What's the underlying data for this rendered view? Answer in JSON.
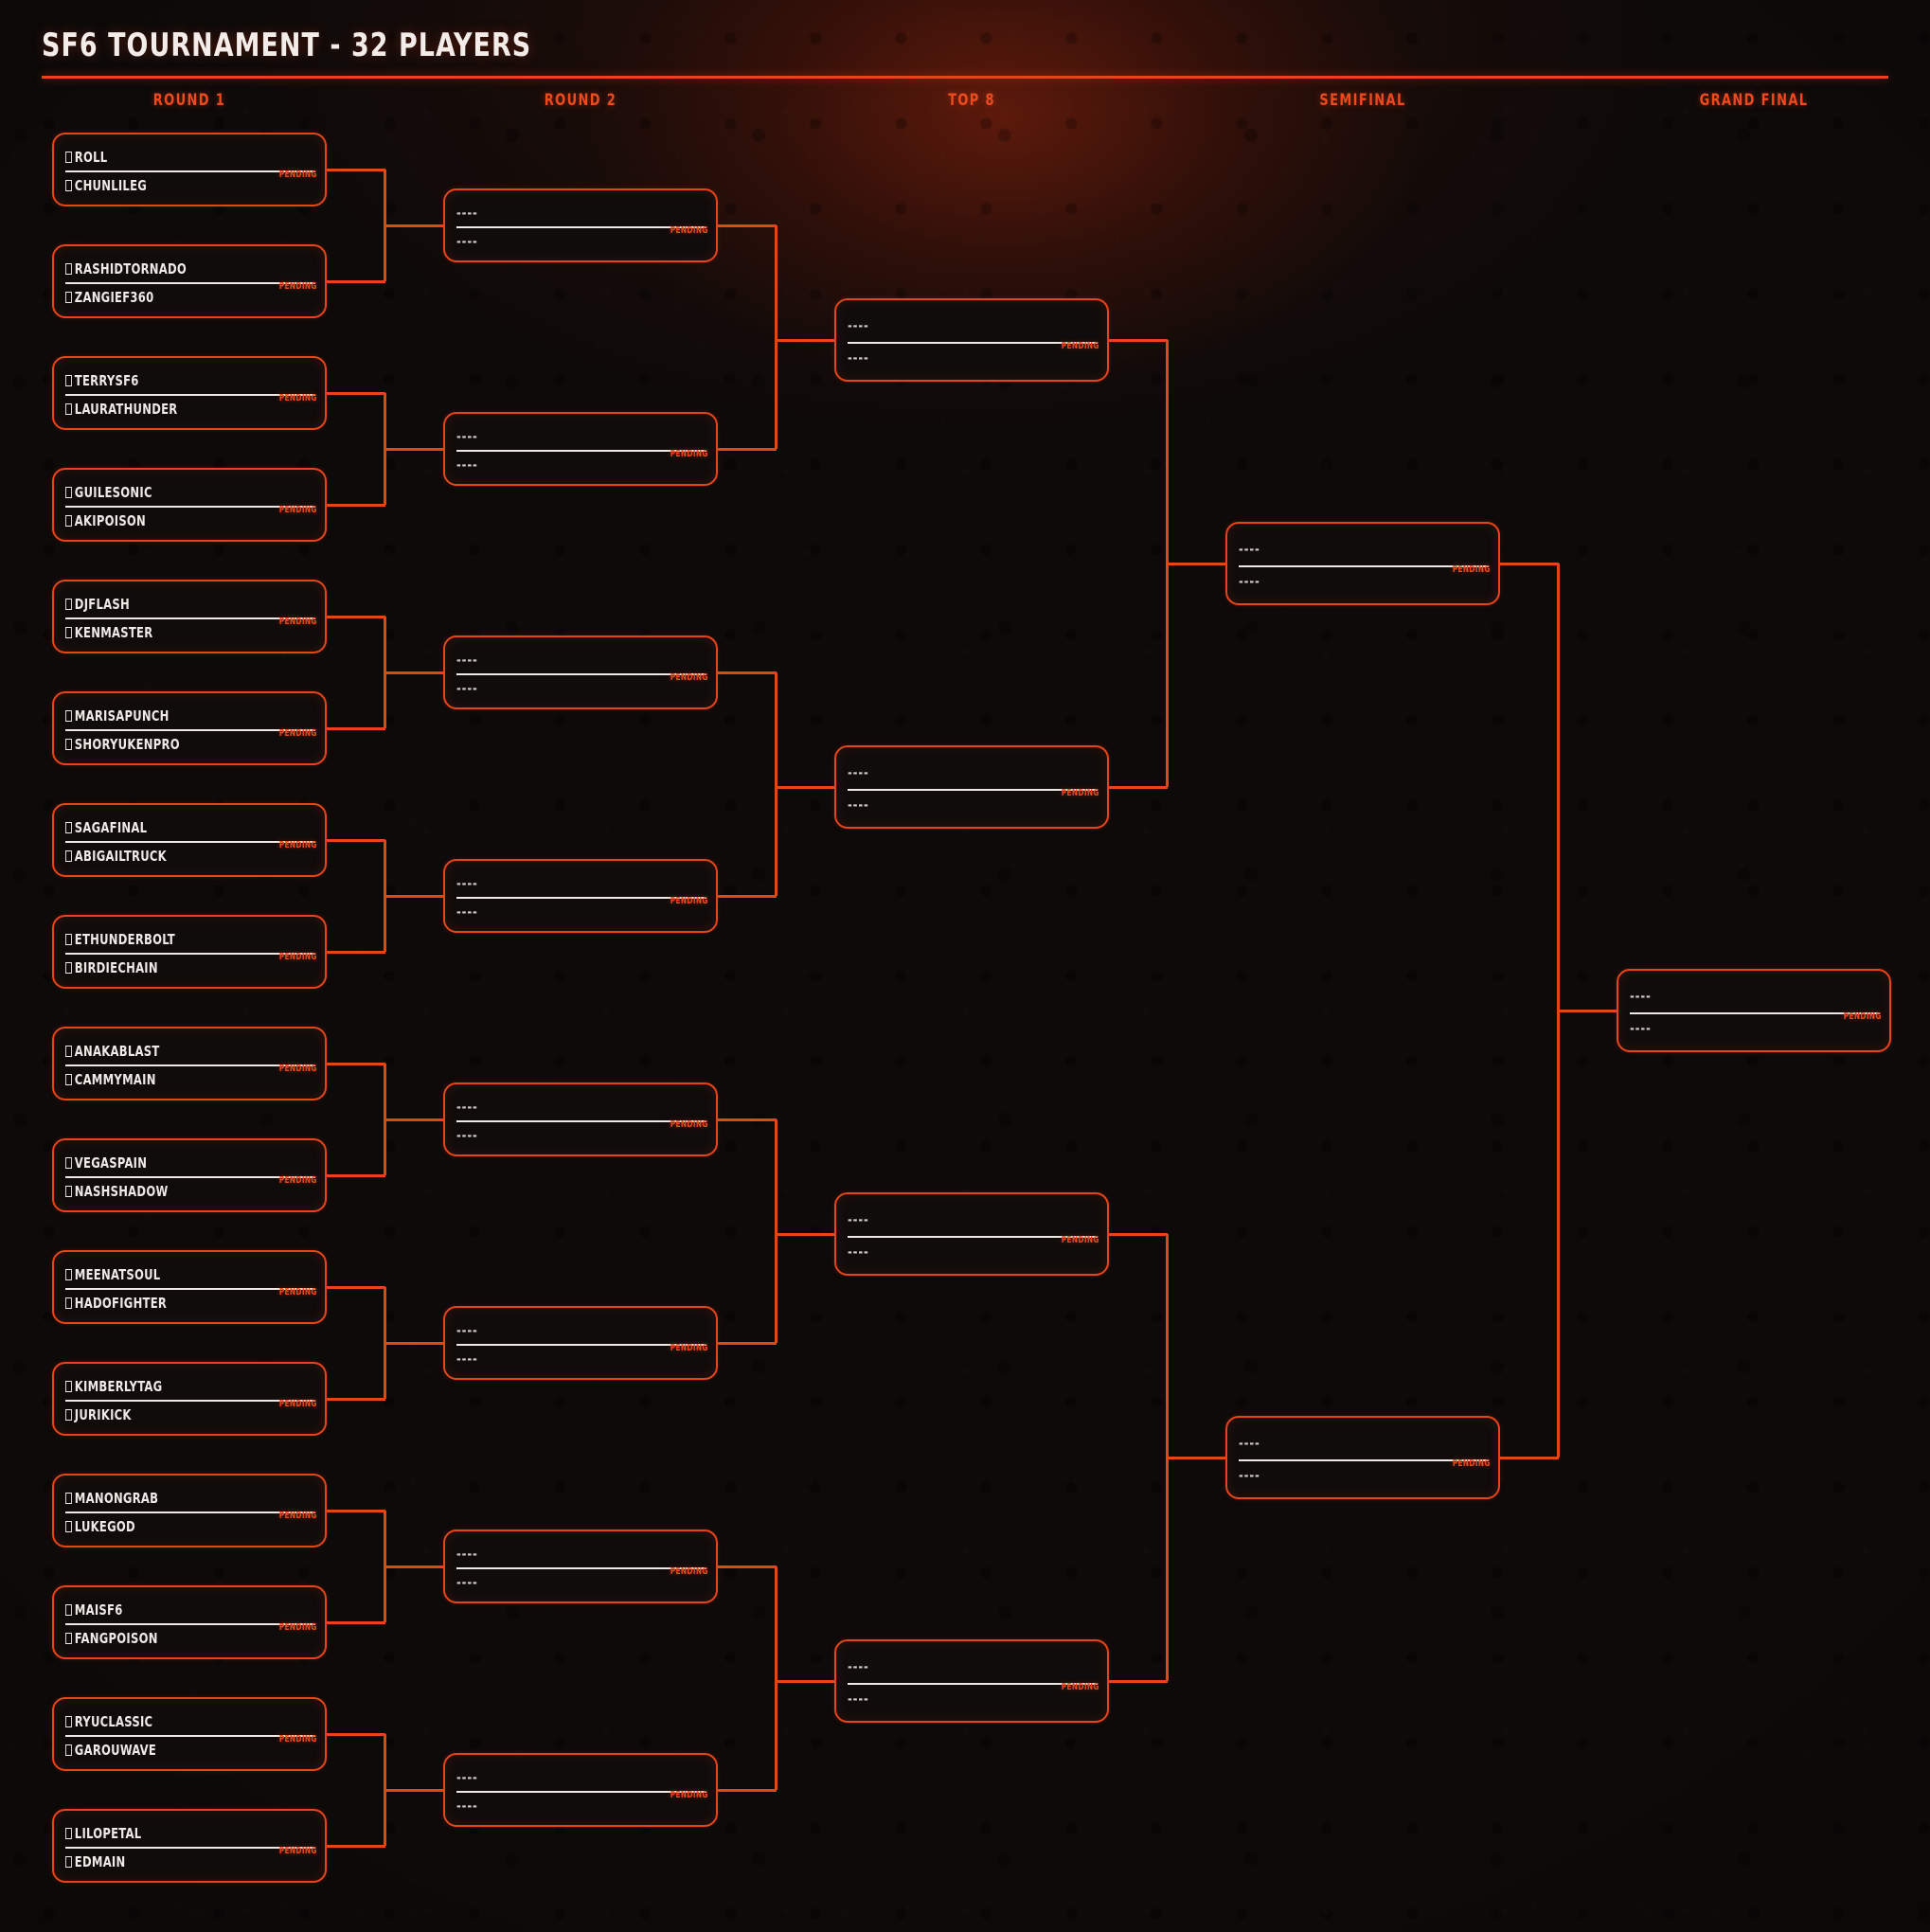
{
  "page": {
    "title": "SF6 TOURNAMENT - 32 PLAYERS",
    "accent_color": "#e8441a",
    "background_color": "#0d0a09",
    "text_color": "#f0e9e6"
  },
  "rounds": [
    {
      "id": "round1",
      "label": "ROUND 1"
    },
    {
      "id": "round2",
      "label": "ROUND 2"
    },
    {
      "id": "top8",
      "label": "TOP 8"
    },
    {
      "id": "semifinal",
      "label": "SEMIFINAL"
    },
    {
      "id": "grandfinal",
      "label": "GRAND FINAL"
    }
  ],
  "labels": {
    "pending": "PENDING",
    "empty_slot": "----",
    "player_icon": "missing-glyph-box"
  },
  "matches": {
    "round1": [
      {
        "top": "ROLL",
        "bottom": "CHUNLILEG",
        "status": "PENDING"
      },
      {
        "top": "RASHIDTORNADO",
        "bottom": "ZANGIEF360",
        "status": "PENDING"
      },
      {
        "top": "TERRYSF6",
        "bottom": "LAURATHUNDER",
        "status": "PENDING"
      },
      {
        "top": "GUILESONIC",
        "bottom": "AKIPOISON",
        "status": "PENDING"
      },
      {
        "top": "DJFLASH",
        "bottom": "KENMASTER",
        "status": "PENDING"
      },
      {
        "top": "MARISAPUNCH",
        "bottom": "SHORYUKENPRO",
        "status": "PENDING"
      },
      {
        "top": "SAGAFINAL",
        "bottom": "ABIGAILTRUCK",
        "status": "PENDING"
      },
      {
        "top": "ETHUNDERBOLT",
        "bottom": "BIRDIECHAIN",
        "status": "PENDING"
      },
      {
        "top": "ANAKABLAST",
        "bottom": "CAMMYMAIN",
        "status": "PENDING"
      },
      {
        "top": "VEGASPAIN",
        "bottom": "NASHSHADOW",
        "status": "PENDING"
      },
      {
        "top": "MEENATSOUL",
        "bottom": "HADOFIGHTER",
        "status": "PENDING"
      },
      {
        "top": "KIMBERLYTAG",
        "bottom": "JURIKICK",
        "status": "PENDING"
      },
      {
        "top": "MANONGRAB",
        "bottom": "LUKEGOD",
        "status": "PENDING"
      },
      {
        "top": "MAISF6",
        "bottom": "FANGPOISON",
        "status": "PENDING"
      },
      {
        "top": "RYUCLASSIC",
        "bottom": "GAROUWAVE",
        "status": "PENDING"
      },
      {
        "top": "LILOPETAL",
        "bottom": "EDMAIN",
        "status": "PENDING"
      }
    ],
    "round2": [
      {
        "top": "----",
        "bottom": "----",
        "status": "PENDING"
      },
      {
        "top": "----",
        "bottom": "----",
        "status": "PENDING"
      },
      {
        "top": "----",
        "bottom": "----",
        "status": "PENDING"
      },
      {
        "top": "----",
        "bottom": "----",
        "status": "PENDING"
      },
      {
        "top": "----",
        "bottom": "----",
        "status": "PENDING"
      },
      {
        "top": "----",
        "bottom": "----",
        "status": "PENDING"
      },
      {
        "top": "----",
        "bottom": "----",
        "status": "PENDING"
      },
      {
        "top": "----",
        "bottom": "----",
        "status": "PENDING"
      }
    ],
    "top8": [
      {
        "top": "----",
        "bottom": "----",
        "status": "PENDING"
      },
      {
        "top": "----",
        "bottom": "----",
        "status": "PENDING"
      },
      {
        "top": "----",
        "bottom": "----",
        "status": "PENDING"
      },
      {
        "top": "----",
        "bottom": "----",
        "status": "PENDING"
      }
    ],
    "semifinal": [
      {
        "top": "----",
        "bottom": "----",
        "status": "PENDING"
      },
      {
        "top": "----",
        "bottom": "----",
        "status": "PENDING"
      }
    ],
    "grandfinal": [
      {
        "top": "----",
        "bottom": "----",
        "status": "PENDING"
      }
    ]
  }
}
